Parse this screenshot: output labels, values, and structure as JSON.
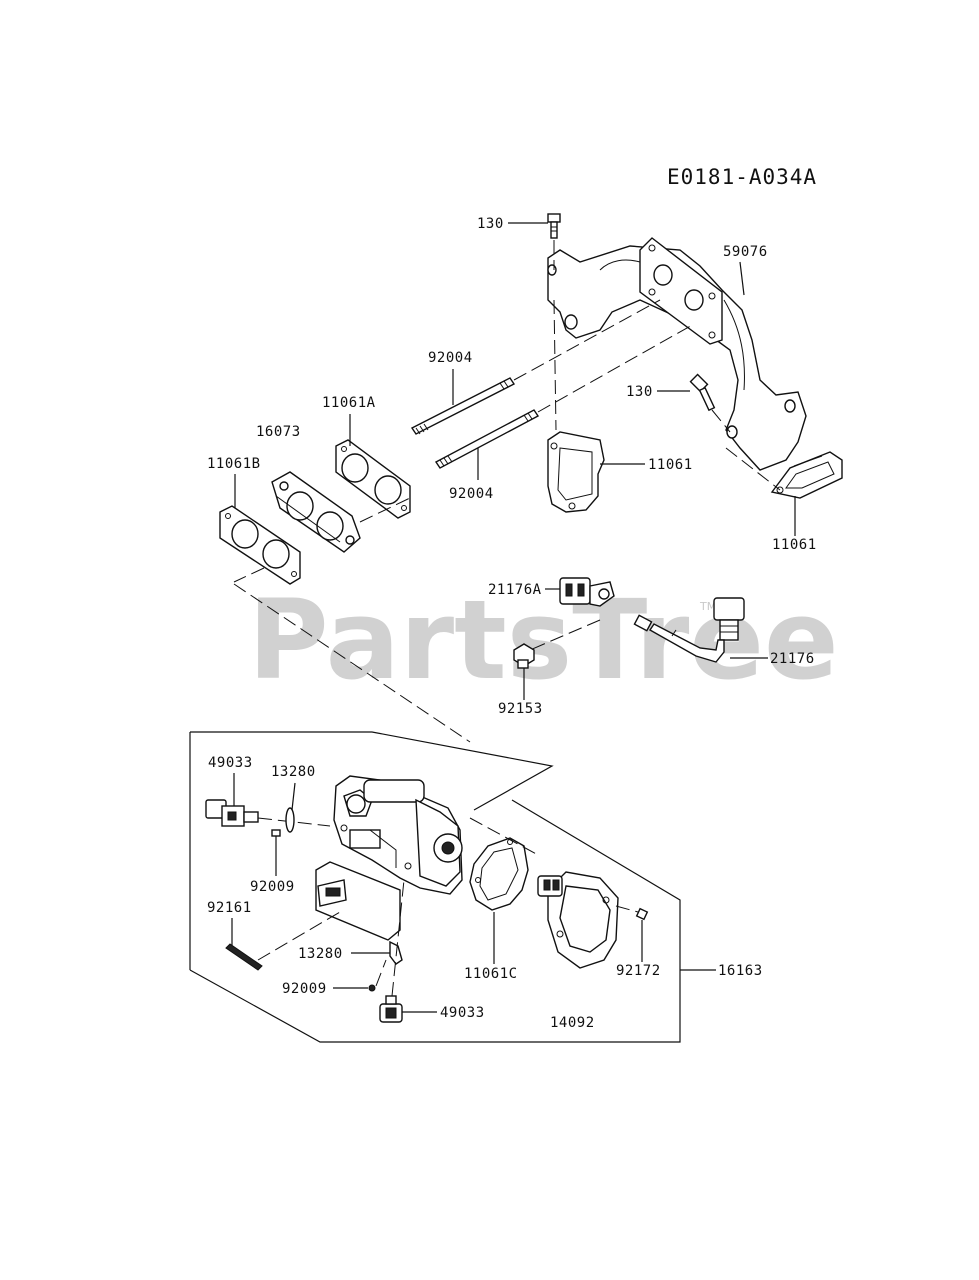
{
  "diagram_code": "E0181-A034A",
  "watermark": {
    "text": "PartsTree",
    "trademark": "TM"
  },
  "labels": {
    "p130_top": "130",
    "p59076": "59076",
    "p92004_upper": "92004",
    "p130_mid": "130",
    "p11061A": "11061A",
    "p16073": "16073",
    "p11061B": "11061B",
    "p92004_lower": "92004",
    "p11061_center": "11061",
    "p11061_right": "11061",
    "p21176A": "21176A",
    "p21176": "21176",
    "p92153": "92153",
    "p49033_top": "49033",
    "p13280_top": "13280",
    "p92009_top": "92009",
    "p92161": "92161",
    "p13280_bottom": "13280",
    "p92009_bottom": "92009",
    "p49033_bottom": "49033",
    "p11061C": "11061C",
    "p92172": "92172",
    "p16163": "16163",
    "p14092": "14092"
  }
}
